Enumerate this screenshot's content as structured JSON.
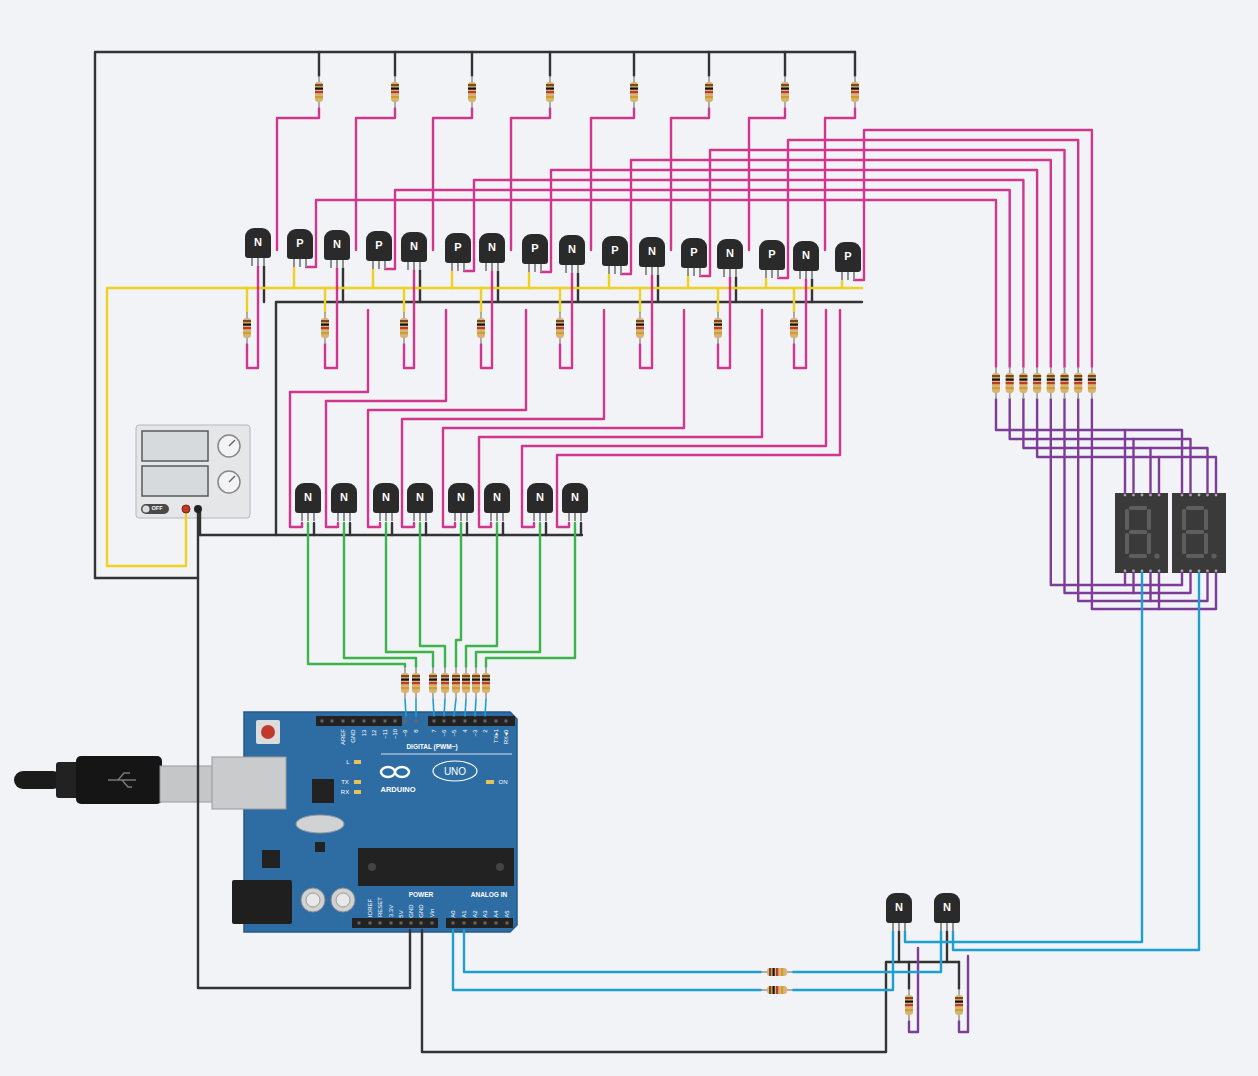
{
  "diagram": {
    "nodes": [
      {
        "text": [
          "N"
        ]
      },
      {
        "text": [
          "P"
        ]
      },
      {
        "text": [
          "N"
        ]
      },
      {
        "text": [
          "P"
        ]
      },
      {
        "text": [
          "N"
        ]
      },
      {
        "text": [
          "P"
        ]
      },
      {
        "text": [
          "N"
        ]
      },
      {
        "text": [
          "P"
        ]
      },
      {
        "text": [
          "N"
        ]
      },
      {
        "text": [
          "P"
        ]
      },
      {
        "text": [
          "N"
        ]
      },
      {
        "text": [
          "P"
        ]
      },
      {
        "text": [
          "N"
        ]
      },
      {
        "text": [
          "P"
        ]
      },
      {
        "text": [
          "N"
        ]
      },
      {
        "text": [
          "P"
        ]
      },
      {
        "text": [
          "OFF"
        ]
      },
      {
        "text": [
          "N"
        ]
      },
      {
        "text": [
          "N"
        ]
      },
      {
        "text": [
          "N"
        ]
      },
      {
        "text": [
          "N"
        ]
      },
      {
        "text": [
          "N"
        ]
      },
      {
        "text": [
          "N"
        ]
      },
      {
        "text": [
          "N"
        ]
      },
      {
        "text": [
          "N"
        ]
      },
      {
        "text": [
          "AREF",
          "GND",
          "13",
          "12",
          "~11",
          "~10",
          "~9",
          "8",
          "7",
          "~6",
          "~5",
          "4",
          "~3",
          "2",
          "TX▸1",
          "RX◂0",
          "DIGITAL (PWM~)",
          "L",
          "TX",
          "RX",
          "UNO",
          "ON",
          "ARDUINO",
          "POWER",
          "ANALOG IN",
          "IOREF",
          "RESET",
          "3.3V",
          "5V",
          "GND",
          "GND",
          "Vin",
          "A0",
          "A1",
          "A2",
          "A3",
          "A4",
          "A5"
        ]
      },
      {
        "text": [
          "N"
        ]
      },
      {
        "text": [
          "N"
        ]
      }
    ]
  }
}
